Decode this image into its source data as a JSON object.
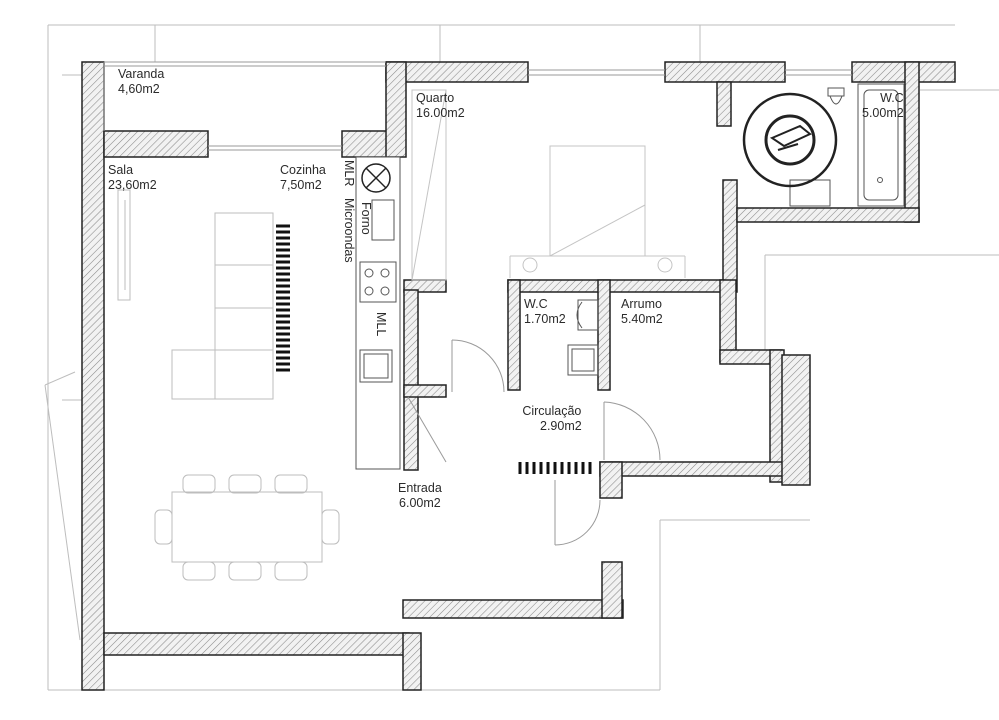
{
  "rooms": {
    "varanda": {
      "name": "Varanda",
      "area": "4,60m2"
    },
    "sala": {
      "name": "Sala",
      "area": "23,60m2"
    },
    "cozinha": {
      "name": "Cozinha",
      "area": "7,50m2"
    },
    "quarto": {
      "name": "Quarto",
      "area": "16.00m2"
    },
    "wc_suite": {
      "name": "W.C",
      "area": "5.00m2"
    },
    "wc_small": {
      "name": "W.C",
      "area": "1.70m2"
    },
    "arrumo": {
      "name": "Arrumo",
      "area": "5.40m2"
    },
    "circulacao": {
      "name": "Circulação",
      "area": "2.90m2"
    },
    "entrada": {
      "name": "Entrada",
      "area": "6.00m2"
    }
  },
  "fixtures": {
    "mlr": "MLR",
    "microondas": "Microondas",
    "forno": "Forno",
    "mll": "MLL"
  },
  "colors": {
    "wall_outline": "#222222",
    "wall_hatch": "#8a8a8a",
    "furniture": "#bdbdbd",
    "label": "#2b2b2b"
  }
}
